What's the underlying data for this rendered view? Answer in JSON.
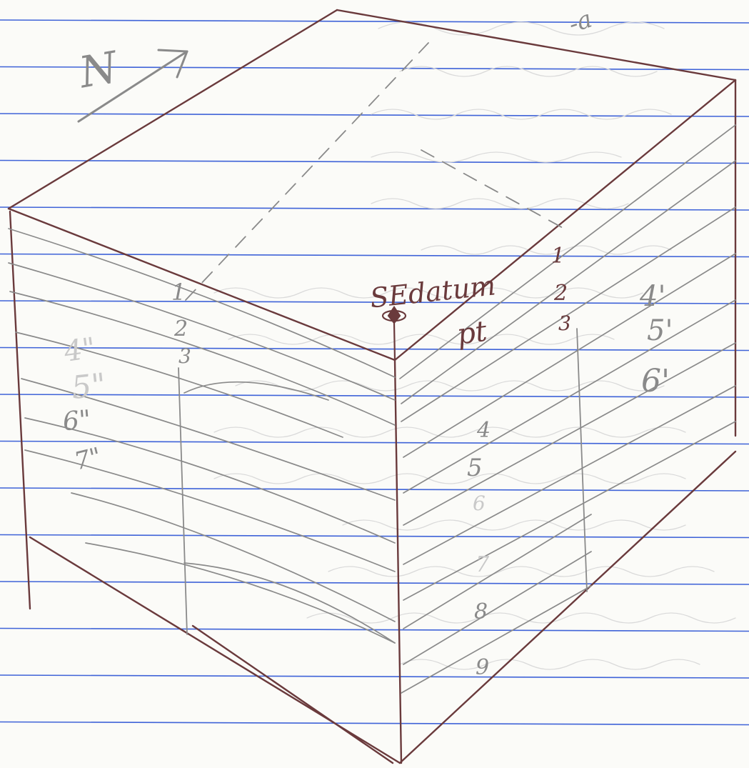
{
  "sheet": {
    "rule_color": "#3f63d8",
    "ink_color": "#6a3a3c",
    "pencil_color": "#8a8a8a"
  },
  "compass": {
    "label": "N",
    "icon": "north-arrow-icon"
  },
  "datum": {
    "label_line1": "SEdatum",
    "label_line2": "pt",
    "icon": "datum-point-icon"
  },
  "left_face": {
    "layer_numbers": [
      "1",
      "2",
      "3"
    ],
    "depths": [
      "4\"",
      "5\"",
      "6\"",
      "7\""
    ]
  },
  "right_face": {
    "layer_numbers_top": [
      "1",
      "2",
      "3"
    ],
    "depths": [
      "4'",
      "5'",
      "6'"
    ],
    "layer_numbers_lower": [
      "4",
      "5",
      "6",
      "7",
      "8",
      "9"
    ]
  },
  "corner_fragment": "-a"
}
